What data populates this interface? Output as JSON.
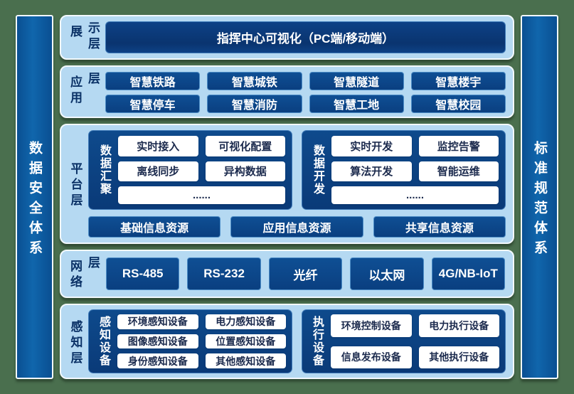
{
  "sidebars": {
    "left": "数据安全体系",
    "right": "标准规范体系"
  },
  "display_layer": {
    "label": "展示层",
    "main_box": "指挥中心可视化（PC端/移动端）"
  },
  "app_layer": {
    "label": "应用层",
    "items": [
      "智慧铁路",
      "智慧城铁",
      "智慧隧道",
      "智慧楼宇",
      "智慧停车",
      "智慧消防",
      "智慧工地",
      "智慧校园"
    ]
  },
  "platform_layer": {
    "label": "平台层",
    "groups": [
      {
        "label": "数据汇聚",
        "items": [
          "实时接入",
          "可视化配置",
          "离线同步",
          "异构数据"
        ],
        "more": "......"
      },
      {
        "label": "数据开发",
        "items": [
          "实时开发",
          "监控告警",
          "算法开发",
          "智能运维"
        ],
        "more": "......"
      }
    ],
    "resources": [
      "基础信息资源",
      "应用信息资源",
      "共享信息资源"
    ]
  },
  "network_layer": {
    "label": "网络层",
    "items": [
      "RS-485",
      "RS-232",
      "光纤",
      "以太网",
      "4G/NB-IoT"
    ]
  },
  "perception_layer": {
    "label": "感知层",
    "groups": [
      {
        "label": "感知设备",
        "items": [
          "环境感知设备",
          "电力感知设备",
          "图像感知设备",
          "位置感知设备",
          "身份感知设备",
          "其他感知设备"
        ]
      },
      {
        "label": "执行设备",
        "items": [
          "环境控制设备",
          "电力执行设备",
          "信息发布设备",
          "其他执行设备"
        ]
      }
    ]
  },
  "colors": {
    "background_green": "#4a6f4e",
    "panel_blue": "#b5d9f2",
    "box_blue": "#0d4688",
    "sidebar_blue": "#0d5da3",
    "white_box_text": "#1b2a4d"
  }
}
